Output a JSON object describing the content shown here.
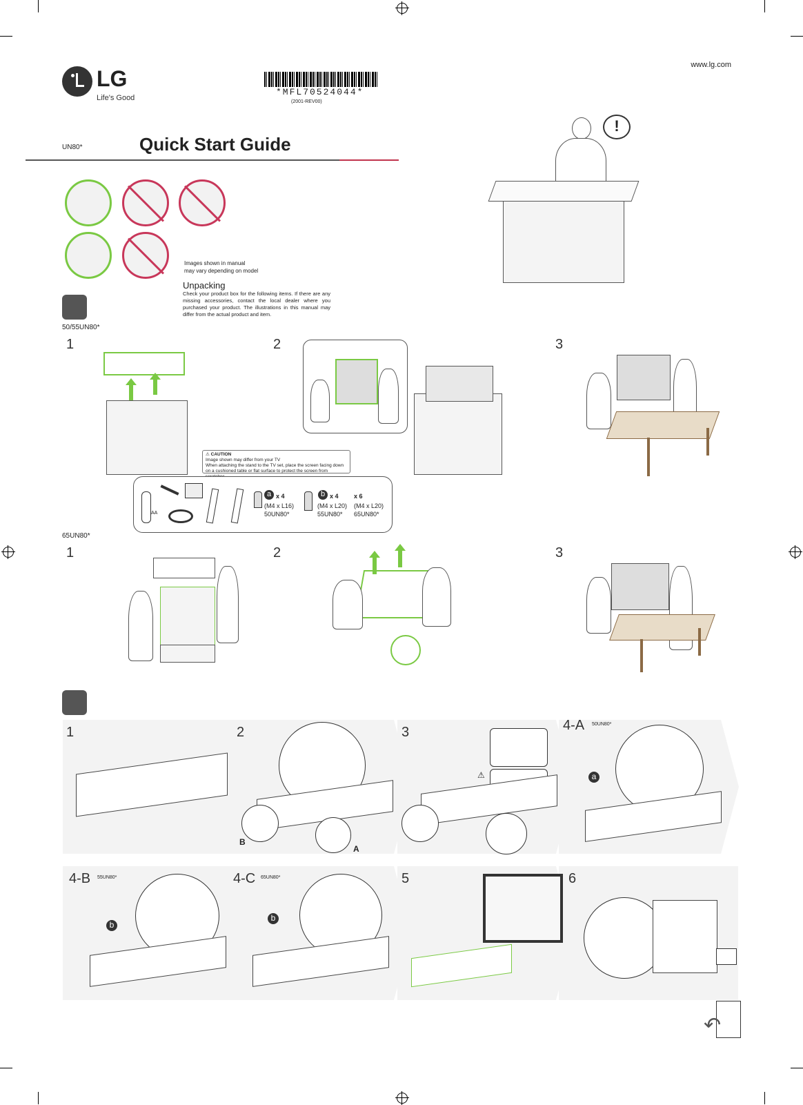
{
  "header": {
    "brand": "LG",
    "tagline": "Life's Good",
    "barcode_text": "*MFL70524044*",
    "barcode_sub": "(2001-REV00)",
    "url": "www.lg.com",
    "model": "UN80*",
    "title": "Quick Start Guide"
  },
  "handling": {
    "note_line1": "Images shown in manual",
    "note_line2": "may vary depending on model"
  },
  "unpacking": {
    "heading": "Unpacking",
    "body": "Check your product box for the following items. If there are any missing accessories, contact the local dealer where you purchased your product. The illustrations in this manual may differ from the actual product and item."
  },
  "section_50_55": {
    "label": "50/55UN80*",
    "steps": [
      "1",
      "2",
      "3"
    ]
  },
  "caution": {
    "title": "CAUTION",
    "line1": "Image shown may differ from your TV",
    "line2": "When attaching the stand to the TV set, place the screen facing down on a cushioned table or flat surface to protect the screen from scratches."
  },
  "accessories": {
    "battery_label": "AA",
    "screw_a_letter": "a",
    "screw_a_count": "x 4",
    "screw_a_size": "(M4 x L16)",
    "screw_a_model": "50UN80*",
    "screw_b_letter": "b",
    "screw_b_count": "x 4",
    "screw_b_size": "(M4 x L20)",
    "screw_b_model": "55UN80*",
    "screw_c_count": "x 6",
    "screw_c_size": "(M4 x L20)",
    "screw_c_model": "65UN80*"
  },
  "section_65": {
    "label": "65UN80*",
    "steps": [
      "1",
      "2",
      "3"
    ]
  },
  "assembly": {
    "step1": "1",
    "step2": "2",
    "step2_b": "B",
    "step2_a": "A",
    "step3": "3",
    "step4a": "4-A",
    "step4a_model": "50UN80*",
    "step4a_letter": "a",
    "step4b": "4-B",
    "step4b_model": "55UN80*",
    "step4b_letter": "b",
    "step4c": "4-C",
    "step4c_model": "65UN80*",
    "step4c_letter": "b",
    "step5": "5",
    "step6": "6"
  }
}
